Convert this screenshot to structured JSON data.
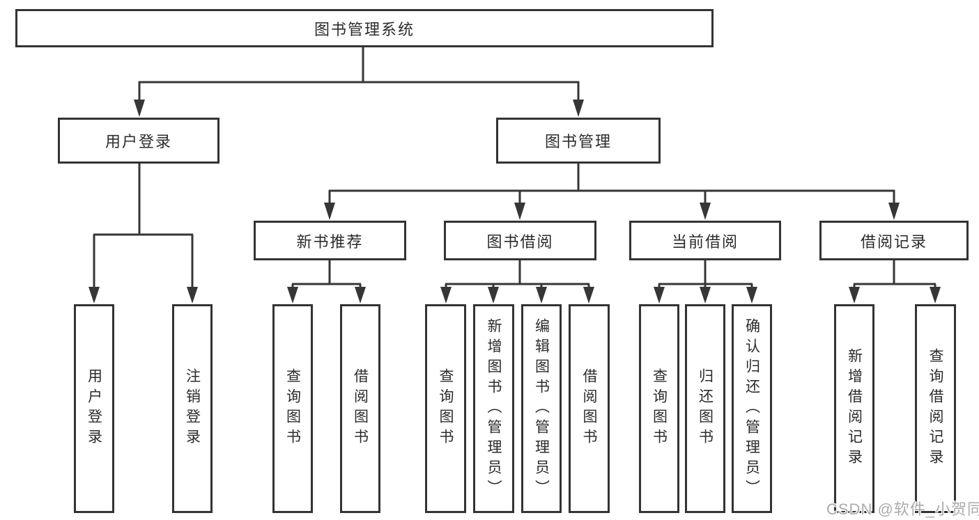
{
  "tree": {
    "root": "图书管理系统",
    "branches": [
      {
        "label": "用户登录",
        "children": [
          "用户登录",
          "注销登录"
        ]
      },
      {
        "label": "图书管理",
        "children": [
          {
            "label": "新书推荐",
            "children": [
              "查询图书",
              "借阅图书"
            ]
          },
          {
            "label": "图书借阅",
            "children": [
              "查询图书",
              "新增图书（管理员）",
              "编辑图书（管理员）",
              "借阅图书"
            ]
          },
          {
            "label": "当前借阅",
            "children": [
              "查询图书",
              "归还图书",
              "确认归还（管理员）"
            ]
          },
          {
            "label": "借阅记录",
            "children": [
              "新增借阅记录",
              "查询借阅记录"
            ]
          }
        ]
      }
    ]
  },
  "watermark": {
    "text": "CSDN @软件_小贺同学"
  },
  "colors": {
    "line": "#363636",
    "box_border": "#333333",
    "text": "#2b2b2b",
    "watermark": "#ababab",
    "background": "#ffffff"
  }
}
